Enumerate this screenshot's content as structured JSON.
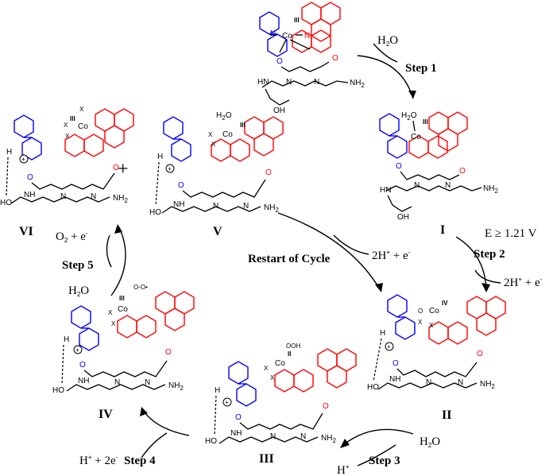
{
  "reagents": {
    "h2o_step1": "H",
    "h2o_step1_sub": "2",
    "h2o_step1_o": "O",
    "e_step2": "E ≥ 1.21 V",
    "h_e_step2": "2H",
    "h_e_step2_rest": " + e",
    "h_e_restart": "2H",
    "h_e_restart_rest": " + e",
    "h2o_step3": "H",
    "h2o_step3_o": "O",
    "h_step3": "H",
    "h_e_step4": "H",
    "h_e_step4_rest": " + 2e",
    "h2o_step5": "H",
    "h2o_step5_o": "O",
    "o2_step5": "O",
    "o2_step5_rest": " + e"
  },
  "steps": {
    "step1": "Step 1",
    "step2": "Step 2",
    "step3": "Step 3",
    "step4": "Step 4",
    "step5": "Step 5",
    "restart": "Restart of Cycle"
  },
  "compounds": {
    "I": "I",
    "II": "II",
    "III": "III",
    "IV": "IV",
    "V": "V",
    "VI": "VI"
  },
  "oxidation_states": {
    "top": "III",
    "I": "III",
    "II": "IV",
    "III": "II",
    "IV": "III",
    "V": "III",
    "VI": "III"
  },
  "atoms": {
    "co": "Co",
    "n": "N",
    "o": "O",
    "h": "H",
    "x": "X",
    "hn": "HN",
    "nh": "NH",
    "nh2": "NH",
    "oh": "OH",
    "ho": "HO",
    "h2o": "H",
    "ooh": "OOH",
    "plus": "+",
    "charge": "⊕"
  },
  "colors": {
    "ligand_blue": "#0000ff",
    "ligand_red": "#ff0000",
    "backbone": "#000000"
  }
}
